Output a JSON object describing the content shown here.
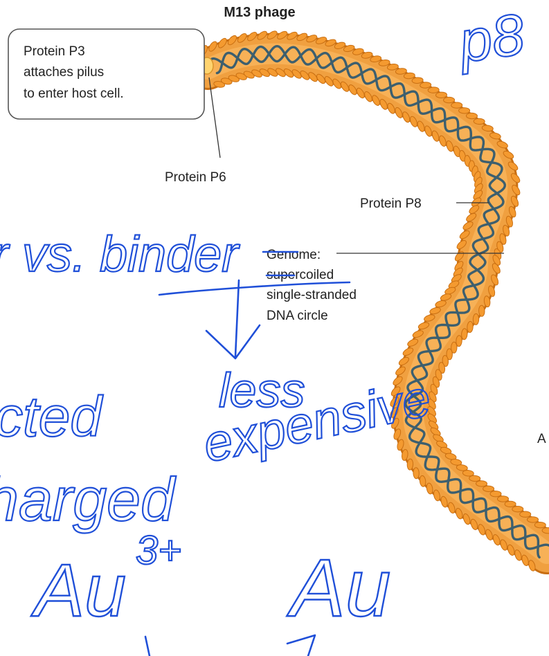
{
  "diagram": {
    "title": "M13 phage",
    "callout_box_lines": [
      "Protein P3",
      "attaches pilus",
      "to enter host cell."
    ],
    "label_p6": "Protein P6",
    "label_p8": "Protein P8",
    "genome_lines": [
      "Genome:",
      "supercoiled",
      "single-stranded",
      "DNA circle"
    ],
    "edge_fragment": "A"
  },
  "handwriting": {
    "p8_top": "p8",
    "vs_binder": "r vs. binder",
    "less": "less",
    "expensive": "expensive",
    "cted": "cted",
    "charged": "harged",
    "au3": "Au",
    "au3_super": "3+",
    "au": "Au"
  },
  "colors": {
    "phage_body": "#f0a040",
    "phage_outline": "#c96f12",
    "coat_protein": "#f49a30",
    "dna_helix": "#3d5f6e",
    "p3_petals": "#f07d92",
    "ink": "#1f4fd8",
    "label_text": "#222222"
  }
}
